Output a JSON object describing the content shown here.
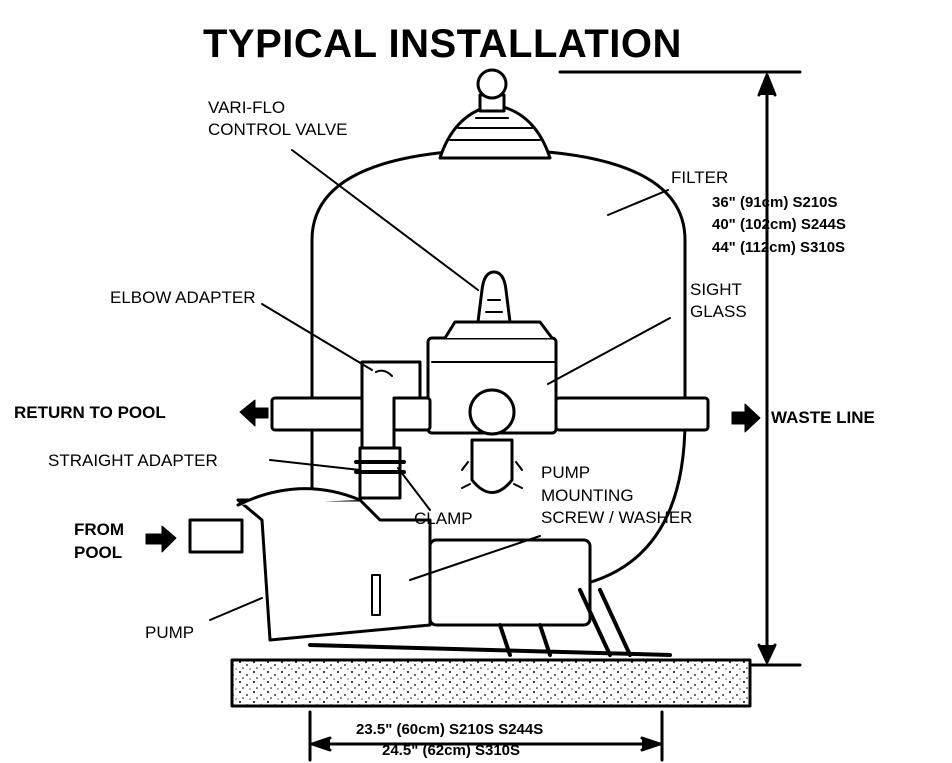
{
  "title": "TYPICAL INSTALLATION",
  "labels": {
    "valve_line1": "VARI-FLO",
    "valve_line2": "CONTROL VALVE",
    "filter": "FILTER",
    "filter_specs": [
      "36\" (91cm)  S210S",
      "40\" (102cm) S244S",
      "44\" (112cm) S310S"
    ],
    "elbow_adapter": "ELBOW ADAPTER",
    "sight_line1": "SIGHT",
    "sight_line2": "GLASS",
    "return_to_pool": "RETURN TO POOL",
    "waste_line": "WASTE LINE",
    "straight_adapter": "STRAIGHT ADAPTER",
    "clamp": "CLAMP",
    "pump_mount_line1": "PUMP",
    "pump_mount_line2": "MOUNTING",
    "pump_mount_line3": "SCREW / WASHER",
    "from_pool_line1": "FROM",
    "from_pool_line2": "POOL",
    "pump": "PUMP",
    "base_specs": [
      "23.5\" (60cm) S210S S244S",
      "24.5\" (62cm) S310S"
    ]
  },
  "colors": {
    "ink": "#000000",
    "paper": "#ffffff"
  }
}
